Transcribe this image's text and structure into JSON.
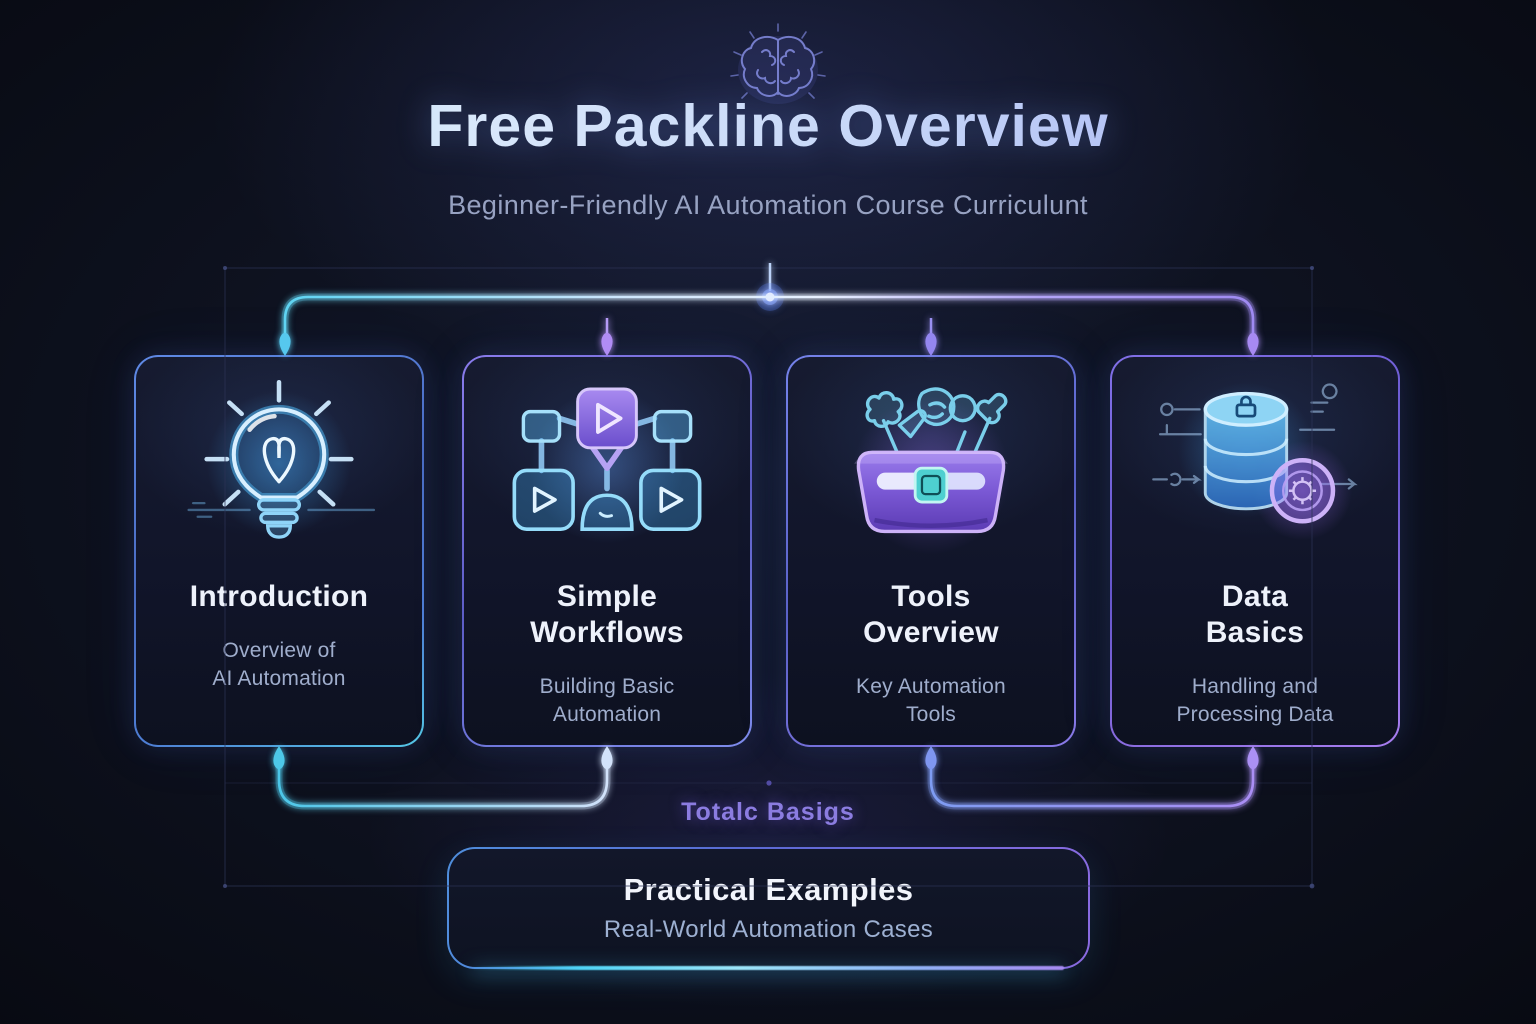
{
  "header": {
    "title": "Free Packline Overview",
    "subtitle": "Beginner-Friendly AI Automation Course Curriculunt"
  },
  "cards": [
    {
      "id": "introduction",
      "title": "Introduction",
      "subtitle": "Overview of\nAI Automation",
      "icon": "lightbulb-icon"
    },
    {
      "id": "simple-workflows",
      "title": "Simple\nWorkflows",
      "subtitle": "Building Basic\nAutomation",
      "icon": "workflow-icon"
    },
    {
      "id": "tools-overview",
      "title": "Tools\nOverview",
      "subtitle": "Key Automation\nTools",
      "icon": "toolbox-icon"
    },
    {
      "id": "data-basics",
      "title": "Data\nBasics",
      "subtitle": "Handling and\nProcessing Data",
      "icon": "database-icon"
    }
  ],
  "connector_label": "Totalc Basigs",
  "footer_box": {
    "title": "Practical Examples",
    "subtitle": "Real-World Automation Cases"
  },
  "icons": [
    "brain-icon",
    "lightbulb-icon",
    "workflow-icon",
    "toolbox-icon",
    "database-icon"
  ],
  "colors": {
    "background": "#0b0e19",
    "title_gradient_start": "#8fd2f2",
    "title_gradient_end": "#9aa6f2",
    "subtitle": "#97a2c2",
    "card_background": "#11152a",
    "card_title": "#eef2fb",
    "card_subtitle": "#9fadcc",
    "accent_cyan": "#4ec8e8",
    "accent_blue": "#5b84e0",
    "accent_purple": "#8f7ae8",
    "connector_label": "#8b7ce0",
    "footer_title": "#f2f5fc",
    "footer_subtitle": "#9db0d2"
  }
}
